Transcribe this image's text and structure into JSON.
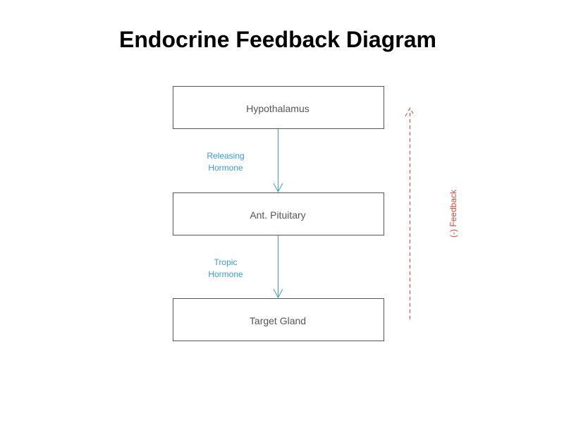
{
  "title": "Endocrine Feedback Diagram",
  "nodes": [
    {
      "label": "Hypothalamus"
    },
    {
      "label": "Ant. Pituitary"
    },
    {
      "label": "Target Gland"
    }
  ],
  "edges": [
    {
      "from": "Hypothalamus",
      "to": "Ant. Pituitary",
      "label_lines": [
        "Releasing",
        "Hormone"
      ]
    },
    {
      "from": "Ant. Pituitary",
      "to": "Target Gland",
      "label_lines": [
        "Tropic",
        "Hormone"
      ]
    }
  ],
  "feedback": {
    "label": "(-) Feedback",
    "direction": "upward"
  },
  "colors": {
    "box_stroke": "#555555",
    "box_text": "#555555",
    "arrow": "#3a9ad9",
    "feedback": "#d04a3c"
  }
}
